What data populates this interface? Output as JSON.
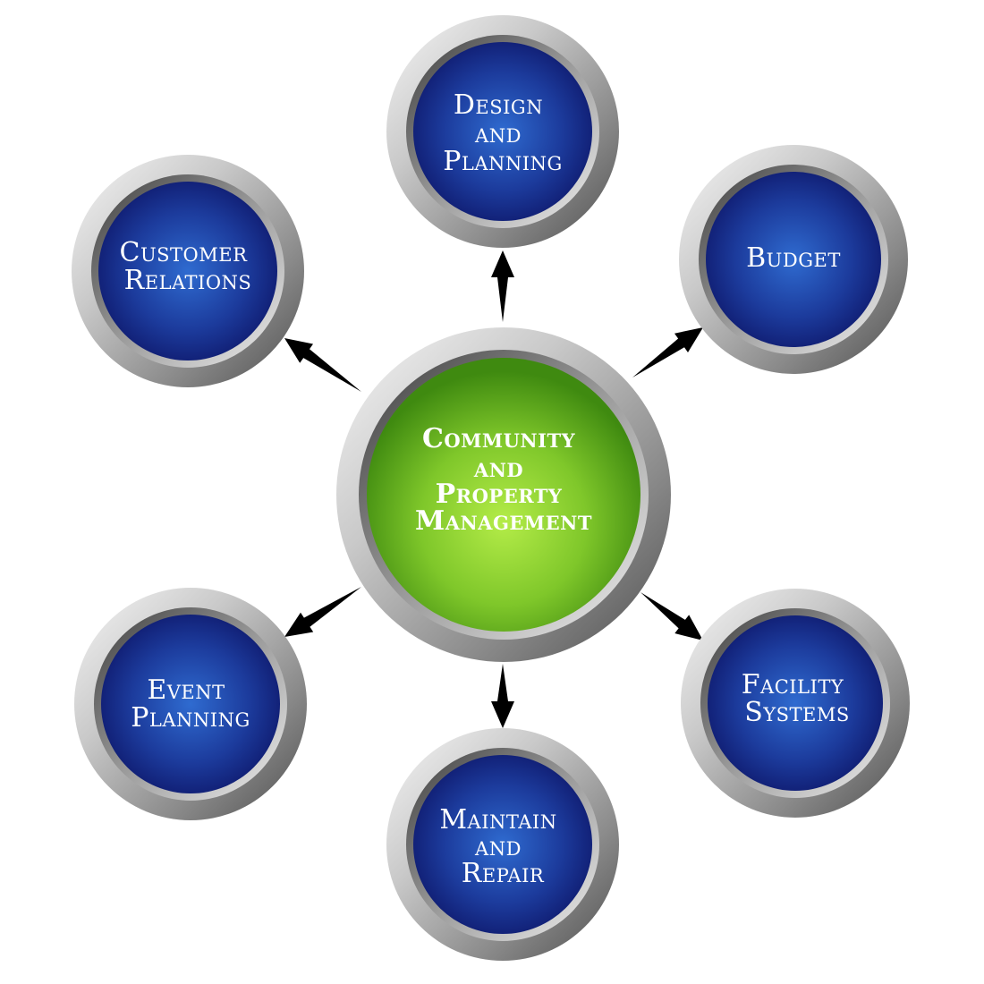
{
  "center": {
    "lines": [
      "Community",
      "and",
      "Property",
      "Management"
    ]
  },
  "nodes": [
    {
      "id": "design-and-planning",
      "lines": [
        "Design",
        "and",
        "Planning"
      ]
    },
    {
      "id": "budget",
      "lines": [
        "Budget"
      ]
    },
    {
      "id": "facility-systems",
      "lines": [
        "Facility",
        "Systems"
      ]
    },
    {
      "id": "maintain-and-repair",
      "lines": [
        "Maintain",
        "and",
        "Repair"
      ]
    },
    {
      "id": "event-planning",
      "lines": [
        "Event",
        "Planning"
      ]
    },
    {
      "id": "customer-relations",
      "lines": [
        "Customer",
        "Relations"
      ]
    }
  ],
  "colors": {
    "outer_fill_light": "#2f6bd0",
    "outer_fill_dark": "#0f1a6e",
    "center_fill_light": "#a8e040",
    "center_fill_dark": "#3f8a10",
    "ring_light": "#f4f4f4",
    "ring_dark": "#5e5e5e",
    "arrow": "#000000"
  }
}
